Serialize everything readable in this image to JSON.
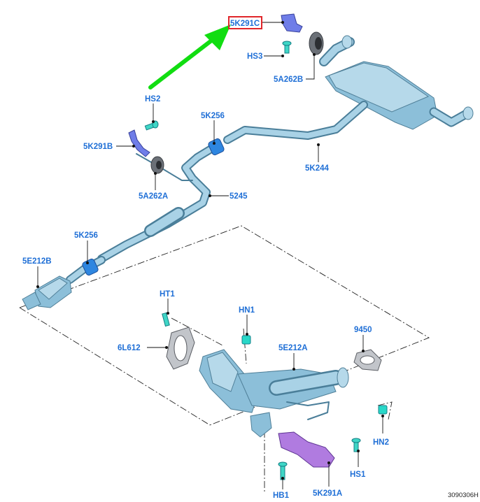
{
  "diagram": {
    "ref_code": "3090306H",
    "highlight_color": "#e0262b",
    "arrow_color": "#11dd11",
    "label_color": "#1f6fd6",
    "part_color": "#8cbfd9",
    "labels": {
      "p5K291C": "5K291C",
      "HS3": "HS3",
      "p5A262B": "5A262B",
      "HS2": "HS2",
      "p5K256a": "5K256",
      "p5K291B": "5K291B",
      "p5A262A": "5A262A",
      "p5K244": "5K244",
      "p5245": "5245",
      "p5K256b": "5K256",
      "p5E212B": "5E212B",
      "HT1": "HT1",
      "HN1": "HN1",
      "p9450": "9450",
      "p6L612": "6L612",
      "p5E212A": "5E212A",
      "HN2": "HN2",
      "HS1": "HS1",
      "p5K291A": "5K291A",
      "HB1": "HB1"
    }
  }
}
